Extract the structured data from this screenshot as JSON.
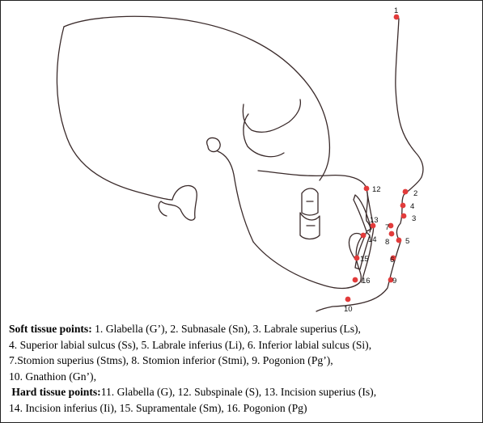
{
  "colors": {
    "stroke": "#3a2a2a",
    "point": "#e23b3b",
    "text": "#000000"
  },
  "points": [
    {
      "id": "1",
      "label": "1"
    },
    {
      "id": "2",
      "label": "2"
    },
    {
      "id": "3",
      "label": "3"
    },
    {
      "id": "4",
      "label": "4"
    },
    {
      "id": "5",
      "label": "5"
    },
    {
      "id": "6",
      "label": "6"
    },
    {
      "id": "7",
      "label": "7"
    },
    {
      "id": "8",
      "label": "8"
    },
    {
      "id": "9",
      "label": "9"
    },
    {
      "id": "10",
      "label": "10"
    },
    {
      "id": "12",
      "label": "12"
    },
    {
      "id": "13",
      "label": "13"
    },
    {
      "id": "14",
      "label": "14"
    },
    {
      "id": "15",
      "label": "15"
    },
    {
      "id": "16",
      "label": "16"
    }
  ],
  "caption": {
    "soft_heading": "Soft tissue points:",
    "soft_line1": " 1. Glabella (G’), 2. Subnasale (Sn), 3. Labrale  superius (Ls),",
    "soft_line2": "4. Superior labial sulcus (Ss), 5. Labrale inferius (Li), 6. Inferior labial sulcus (Si),",
    "soft_line3": "7.Stomion superius (Stms), 8. Stomion inferior (Stmi), 9. Pogonion (Pg’),",
    "soft_line4": "10. Gnathion (Gn’),",
    "hard_heading": "Hard tissue points:",
    "hard_line1": "11. Glabella (G), 12. Subspinale (S), 13. Incision  superius (Is),",
    "hard_line2": "14. Incision inferius (Ii), 15. Supramentale (Sm), 16. Pogonion (Pg)"
  }
}
